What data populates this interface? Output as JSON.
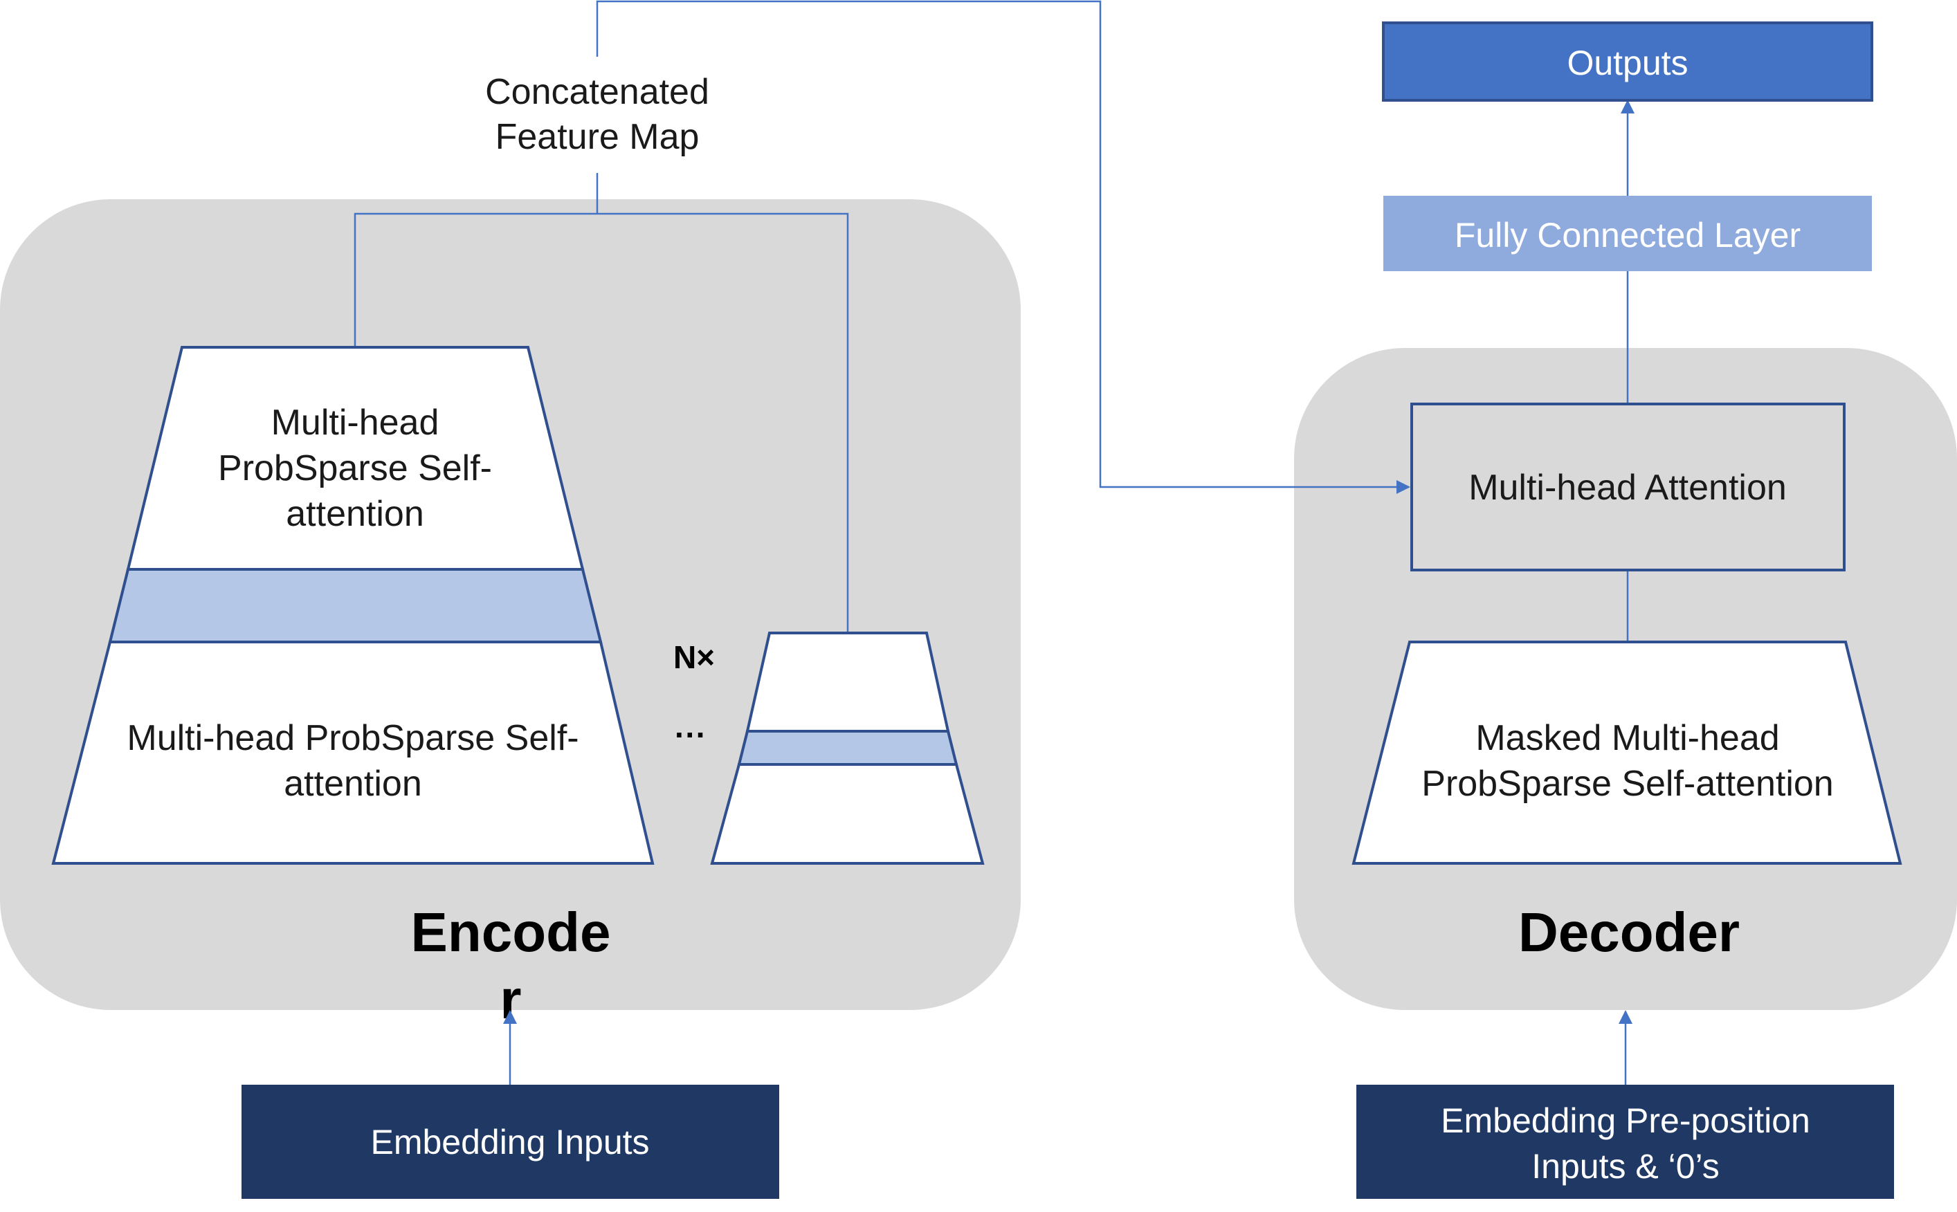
{
  "colors": {
    "panel_bg": "#d9d9d9",
    "stroke_blue": "#2f4f8f",
    "connector_blue": "#4472c4",
    "band_light_blue": "#b4c7e7",
    "outputs_fill": "#4472c4",
    "fc_fill": "#8faadc",
    "input_fill": "#203864",
    "white": "#ffffff"
  },
  "top": {
    "concat_line1": "Concatenated",
    "concat_line2": "Feature Map"
  },
  "encoder": {
    "title_line1": "Encode",
    "title_line2": "r",
    "big_stack_top_line1": "Multi-head",
    "big_stack_top_line2": "ProbSparse Self-",
    "big_stack_top_line3": "attention",
    "big_stack_bottom_line1": "Multi-head ProbSparse Self-",
    "big_stack_bottom_line2": "attention",
    "repeat_label": "N×",
    "ellipsis": "···"
  },
  "decoder": {
    "title": "Decoder",
    "attention_label": "Multi-head Attention",
    "masked_line1": "Masked Multi-head",
    "masked_line2": "ProbSparse Self-attention"
  },
  "outputs_label": "Outputs",
  "fc_label": "Fully Connected Layer",
  "encoder_input_label": "Embedding Inputs",
  "decoder_input_line1": "Embedding Pre-position",
  "decoder_input_line2": "Inputs & ‘0’s",
  "icons": {
    "arrowhead": "arrowhead-icon"
  }
}
